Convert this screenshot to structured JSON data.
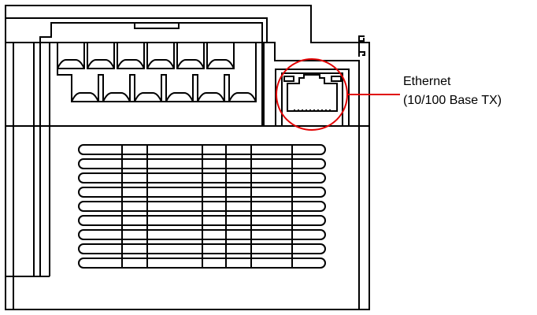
{
  "callout": {
    "title": "Ethernet",
    "subtitle": "(10/100 Base TX)",
    "highlight_color": "#e00000"
  },
  "device": {
    "top_terminal_count": 6,
    "bottom_terminal_count": 6,
    "vent_slot_count": 9
  }
}
